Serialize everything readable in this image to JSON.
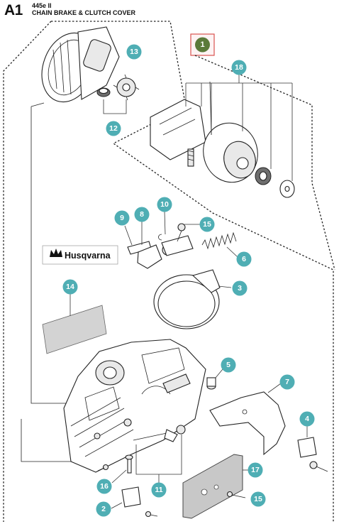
{
  "header": {
    "page_code": "A1",
    "model": "445e II",
    "section_title": "CHAIN BRAKE & CLUTCH COVER"
  },
  "assembly_badge": {
    "number": "1",
    "color": "#5b7a3a",
    "border_color": "#d9534f"
  },
  "callout_color": "#4faeb4",
  "logo": {
    "brand": "Husqvarna",
    "icon": "husqvarna-crown-icon"
  },
  "callouts": [
    {
      "id": "c13",
      "label": "13"
    },
    {
      "id": "c12",
      "label": "12"
    },
    {
      "id": "c18",
      "label": "18"
    },
    {
      "id": "c9",
      "label": "9"
    },
    {
      "id": "c8",
      "label": "8"
    },
    {
      "id": "c10",
      "label": "10"
    },
    {
      "id": "c15a",
      "label": "15"
    },
    {
      "id": "c6",
      "label": "6"
    },
    {
      "id": "c3",
      "label": "3"
    },
    {
      "id": "c14",
      "label": "14"
    },
    {
      "id": "c5",
      "label": "5"
    },
    {
      "id": "c7",
      "label": "7"
    },
    {
      "id": "c4",
      "label": "4"
    },
    {
      "id": "c17",
      "label": "17"
    },
    {
      "id": "c16",
      "label": "16"
    },
    {
      "id": "c11",
      "label": "11"
    },
    {
      "id": "c2",
      "label": "2"
    },
    {
      "id": "c15b",
      "label": "15"
    }
  ]
}
